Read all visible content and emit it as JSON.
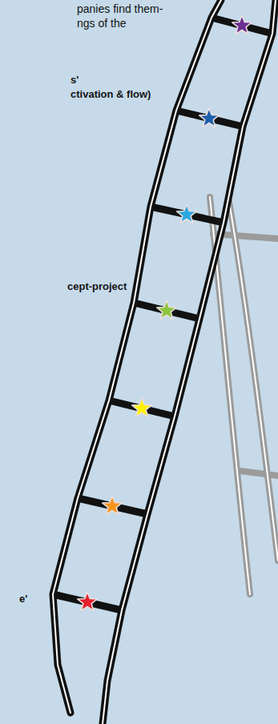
{
  "diagram": {
    "labels": [
      "panies find them-",
      "ngs of the",
      "s'",
      "ctivation & flow)",
      "cept-project",
      "e'"
    ]
  }
}
